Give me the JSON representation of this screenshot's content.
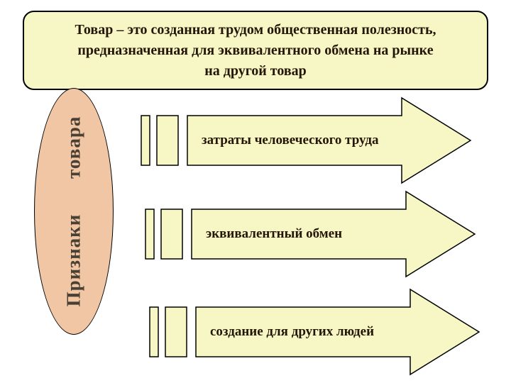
{
  "title": {
    "lines": [
      "Товар – это созданная трудом общественная полезность,",
      "предназначенная для эквивалентного обмена на рынке",
      "на другой товар"
    ]
  },
  "ellipse": {
    "label": "Признаки товара"
  },
  "arrows": [
    {
      "label": "затраты человеческого труда"
    },
    {
      "label": "эквивалентный обмен"
    },
    {
      "label": "создание для других людей"
    }
  ],
  "colors": {
    "shape_fill": "#f7f7c6",
    "ellipse_fill": "#f0c6a4",
    "border": "#000000",
    "text": "#241505"
  }
}
